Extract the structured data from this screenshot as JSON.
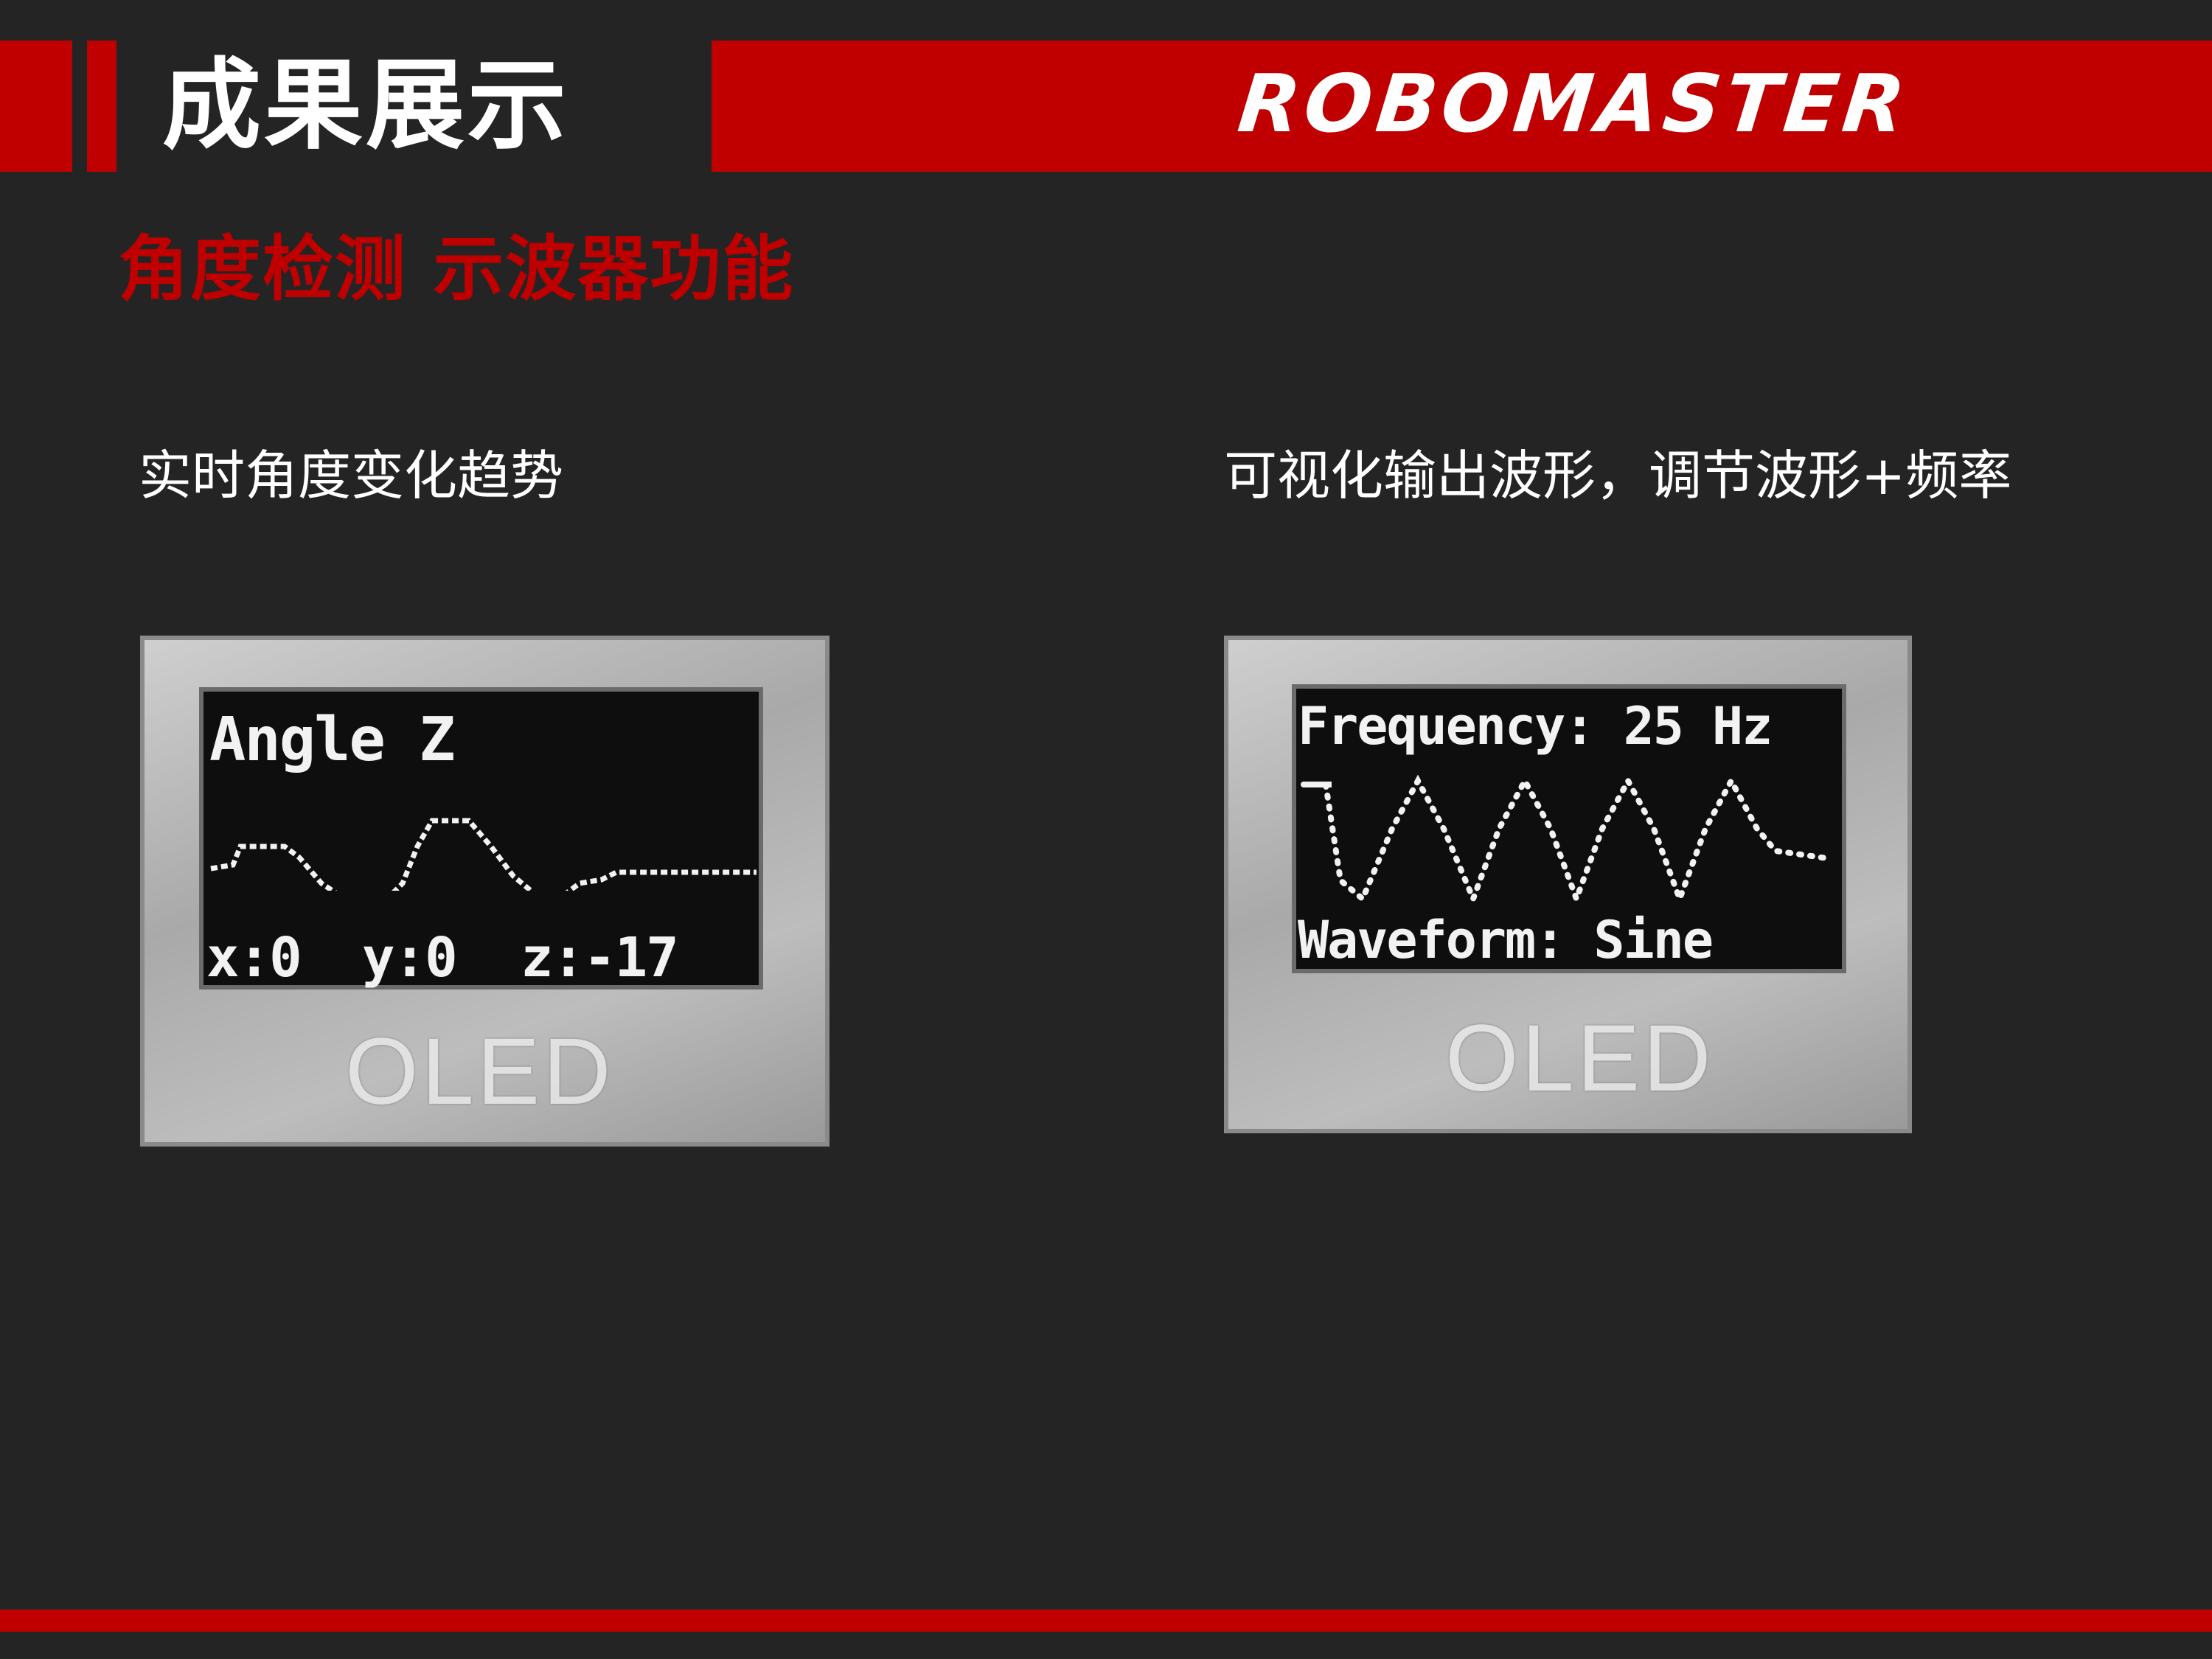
{
  "header": {
    "title": "成果展示",
    "logo_text": "ROBOMASTER"
  },
  "subtitle": "角度检测 示波器功能",
  "left_panel": {
    "caption": "实时角度变化趋势",
    "oled": {
      "title": "Angle Z",
      "x_label": "x:0",
      "y_label": "y:0",
      "z_label": "z:-17",
      "silkscreen": "OLED"
    }
  },
  "right_panel": {
    "caption": "可视化输出波形，调节波形+频率",
    "oled": {
      "frequency_line": "Frequency: 25 Hz",
      "waveform_line": "Waveform: Sine",
      "silkscreen": "OLED"
    }
  },
  "colors": {
    "background": "#242424",
    "accent_red": "#c00000",
    "text": "#ffffff"
  }
}
